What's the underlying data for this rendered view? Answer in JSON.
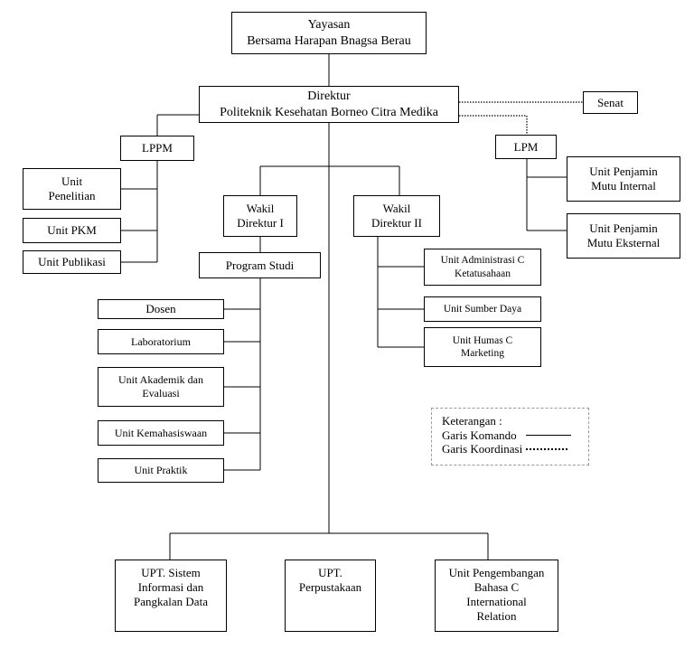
{
  "foundation": {
    "line1": "Yayasan",
    "line2": "Bersama Harapan Bnagsa Berau"
  },
  "director": {
    "line1": "Direktur",
    "line2": "Politeknik Kesehatan Borneo Citra Medika"
  },
  "senate": "Senat",
  "lppm": {
    "title": "LPPM",
    "units": [
      {
        "line1": "Unit",
        "line2": "Penelitian"
      },
      {
        "line1": "Unit PKM"
      },
      {
        "line1": "Unit Publikasi"
      }
    ]
  },
  "lpm": {
    "title": "LPM",
    "units": [
      {
        "line1": "Unit Penjamin",
        "line2": "Mutu Internal"
      },
      {
        "line1": "Unit Penjamin",
        "line2": "Mutu Eksternal"
      }
    ]
  },
  "vice1": {
    "line1": "Wakil",
    "line2": "Direktur I"
  },
  "vice2": {
    "line1": "Wakil",
    "line2": "Direktur II"
  },
  "study_program": "Program Studi",
  "study_units": [
    {
      "line1": "Dosen"
    },
    {
      "line1": "Laboratorium"
    },
    {
      "line1": "Unit Akademik dan",
      "line2": "Evaluasi"
    },
    {
      "line1": "Unit Kemahasiswaan"
    },
    {
      "line1": "Unit Praktik"
    }
  ],
  "vice2_units": [
    {
      "line1": "Unit Administrasi C",
      "line2": "Ketatusahaan"
    },
    {
      "line1": "Unit Sumber Daya"
    },
    {
      "line1": "Unit Humas C",
      "line2": "Marketing"
    }
  ],
  "legend": {
    "title": "Keterangan :",
    "command": "Garis Komando",
    "coordination": "Garis Koordinasi"
  },
  "upt": [
    {
      "line1": "UPT. Sistem",
      "line2": "Informasi dan",
      "line3": "Pangkalan Data"
    },
    {
      "line1": "UPT.",
      "line2": "Perpustakaan"
    },
    {
      "line1": "Unit Pengembangan",
      "line2": "Bahasa C",
      "line3": "International",
      "line4": "Relation"
    }
  ]
}
